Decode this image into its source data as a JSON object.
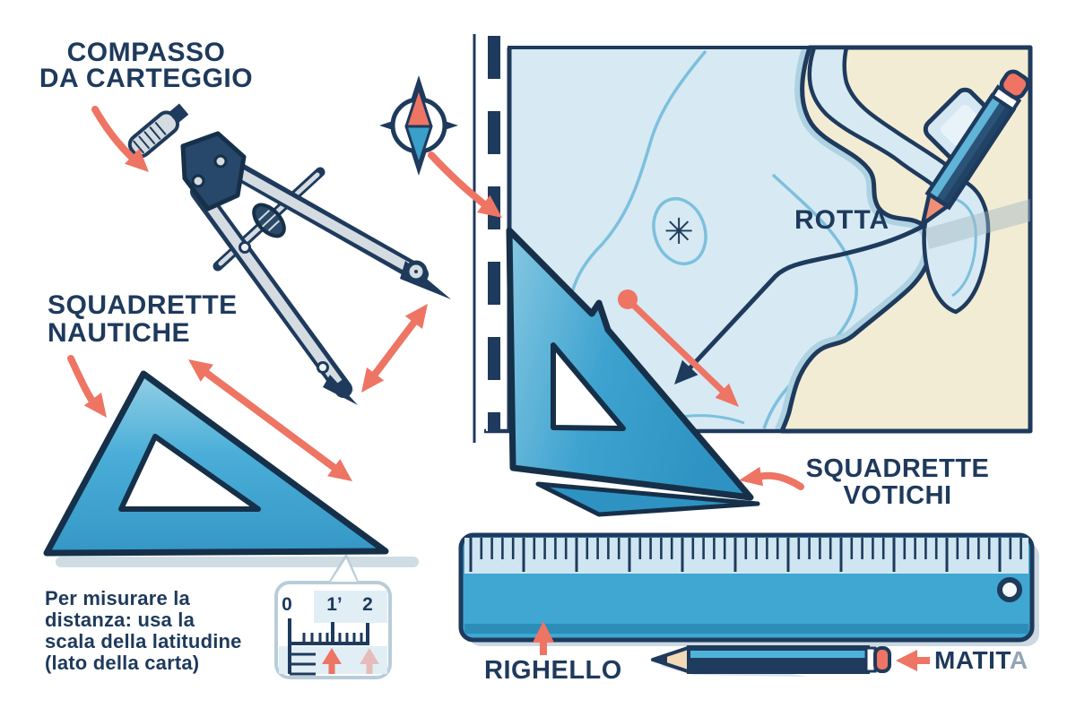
{
  "palette": {
    "navy": "#1e3a5c",
    "ink_dark": "#16304a",
    "salmon": "#ee7464",
    "sea": "#d7e9f3",
    "contour_blue": "#7cc0dd",
    "shallow_blue": "#aed2e2",
    "sand": "#f3ecd4",
    "tool_blue": "#45abd5",
    "tool_blue_light": "#93cfe6",
    "tool_blue_dark": "#2e93c2",
    "silver": "#d5dce1",
    "callout_border": "#b9cdd8",
    "shadow_gray": "#ccd9e1",
    "white": "#ffffff"
  },
  "labels": {
    "compasso": {
      "line1": "COMPASSO",
      "line2": "DA CARTEGGIO"
    },
    "squadrette": {
      "line1": "SQUADRETTE",
      "line2": "NAUTICHE"
    },
    "note": {
      "line1": "Per misurare la",
      "line2": "distanza: usa la",
      "line3": "scala della latitudine",
      "line4": "(lato della carta)"
    },
    "rotta": "ROTTA",
    "squadrette2": {
      "line1": "SQUADRETTE",
      "line2": "VOTICHI"
    },
    "righello": "RIGHELLO",
    "matita": {
      "main": "MATIT",
      "last": "A"
    }
  },
  "callout_scale": {
    "zero": "0",
    "one": "1’",
    "two": "2"
  },
  "chart": {
    "rock_symbol": "✳"
  },
  "illustrations": [
    "divider-compass-icon",
    "compass-rose-icon",
    "set-square-icon",
    "nautical-chart",
    "set-square-on-chart-icon",
    "pencil-on-chart-icon",
    "latitude-scale-callout",
    "ruler-icon",
    "pencil-icon"
  ]
}
